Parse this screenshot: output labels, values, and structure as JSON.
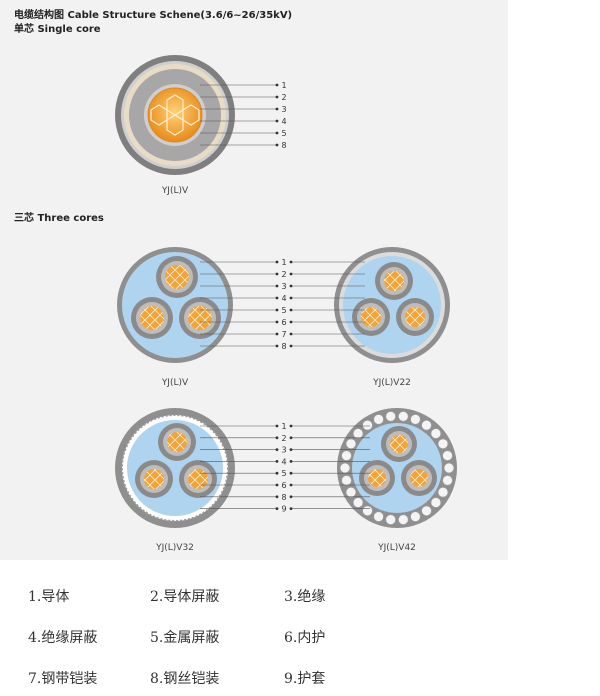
{
  "header": {
    "title": "电缆结构图 Cable Structure Schene(3.6/6~26/35kV)",
    "single_core_heading": "单芯 Single core",
    "three_core_heading": "三芯 Three cores"
  },
  "diagrams": [
    {
      "id": "single",
      "caption": "YJ(L)V",
      "labels": [
        "1",
        "2",
        "3",
        "4",
        "5",
        "8"
      ]
    },
    {
      "id": "three-v",
      "caption": "YJ(L)V",
      "labels": [
        "1",
        "2",
        "3",
        "4",
        "5",
        "6",
        "7",
        "8"
      ]
    },
    {
      "id": "three-v22",
      "caption": "YJ(L)V22"
    },
    {
      "id": "three-v32",
      "caption": "YJ(L)V32",
      "labels": [
        "1",
        "2",
        "3",
        "4",
        "5",
        "6",
        "8",
        "9"
      ]
    },
    {
      "id": "three-v42",
      "caption": "YJ(L)V42"
    }
  ],
  "legend": [
    {
      "num": "1.",
      "text": "导体"
    },
    {
      "num": "2.",
      "text": "导体屏蔽"
    },
    {
      "num": "3.",
      "text": "绝缘"
    },
    {
      "num": "4.",
      "text": "绝缘屏蔽"
    },
    {
      "num": "5.",
      "text": "金属屏蔽"
    },
    {
      "num": "6.",
      "text": "内护"
    },
    {
      "num": "7.",
      "text": "钢带铠装"
    },
    {
      "num": "8.",
      "text": "钢丝铠装"
    },
    {
      "num": "9.",
      "text": "护套"
    }
  ],
  "colors": {
    "sheath": "#8c8c8c",
    "filler": "#aed4ef",
    "conductor": "#f0a33a",
    "insulation": "#9a9a9a"
  }
}
